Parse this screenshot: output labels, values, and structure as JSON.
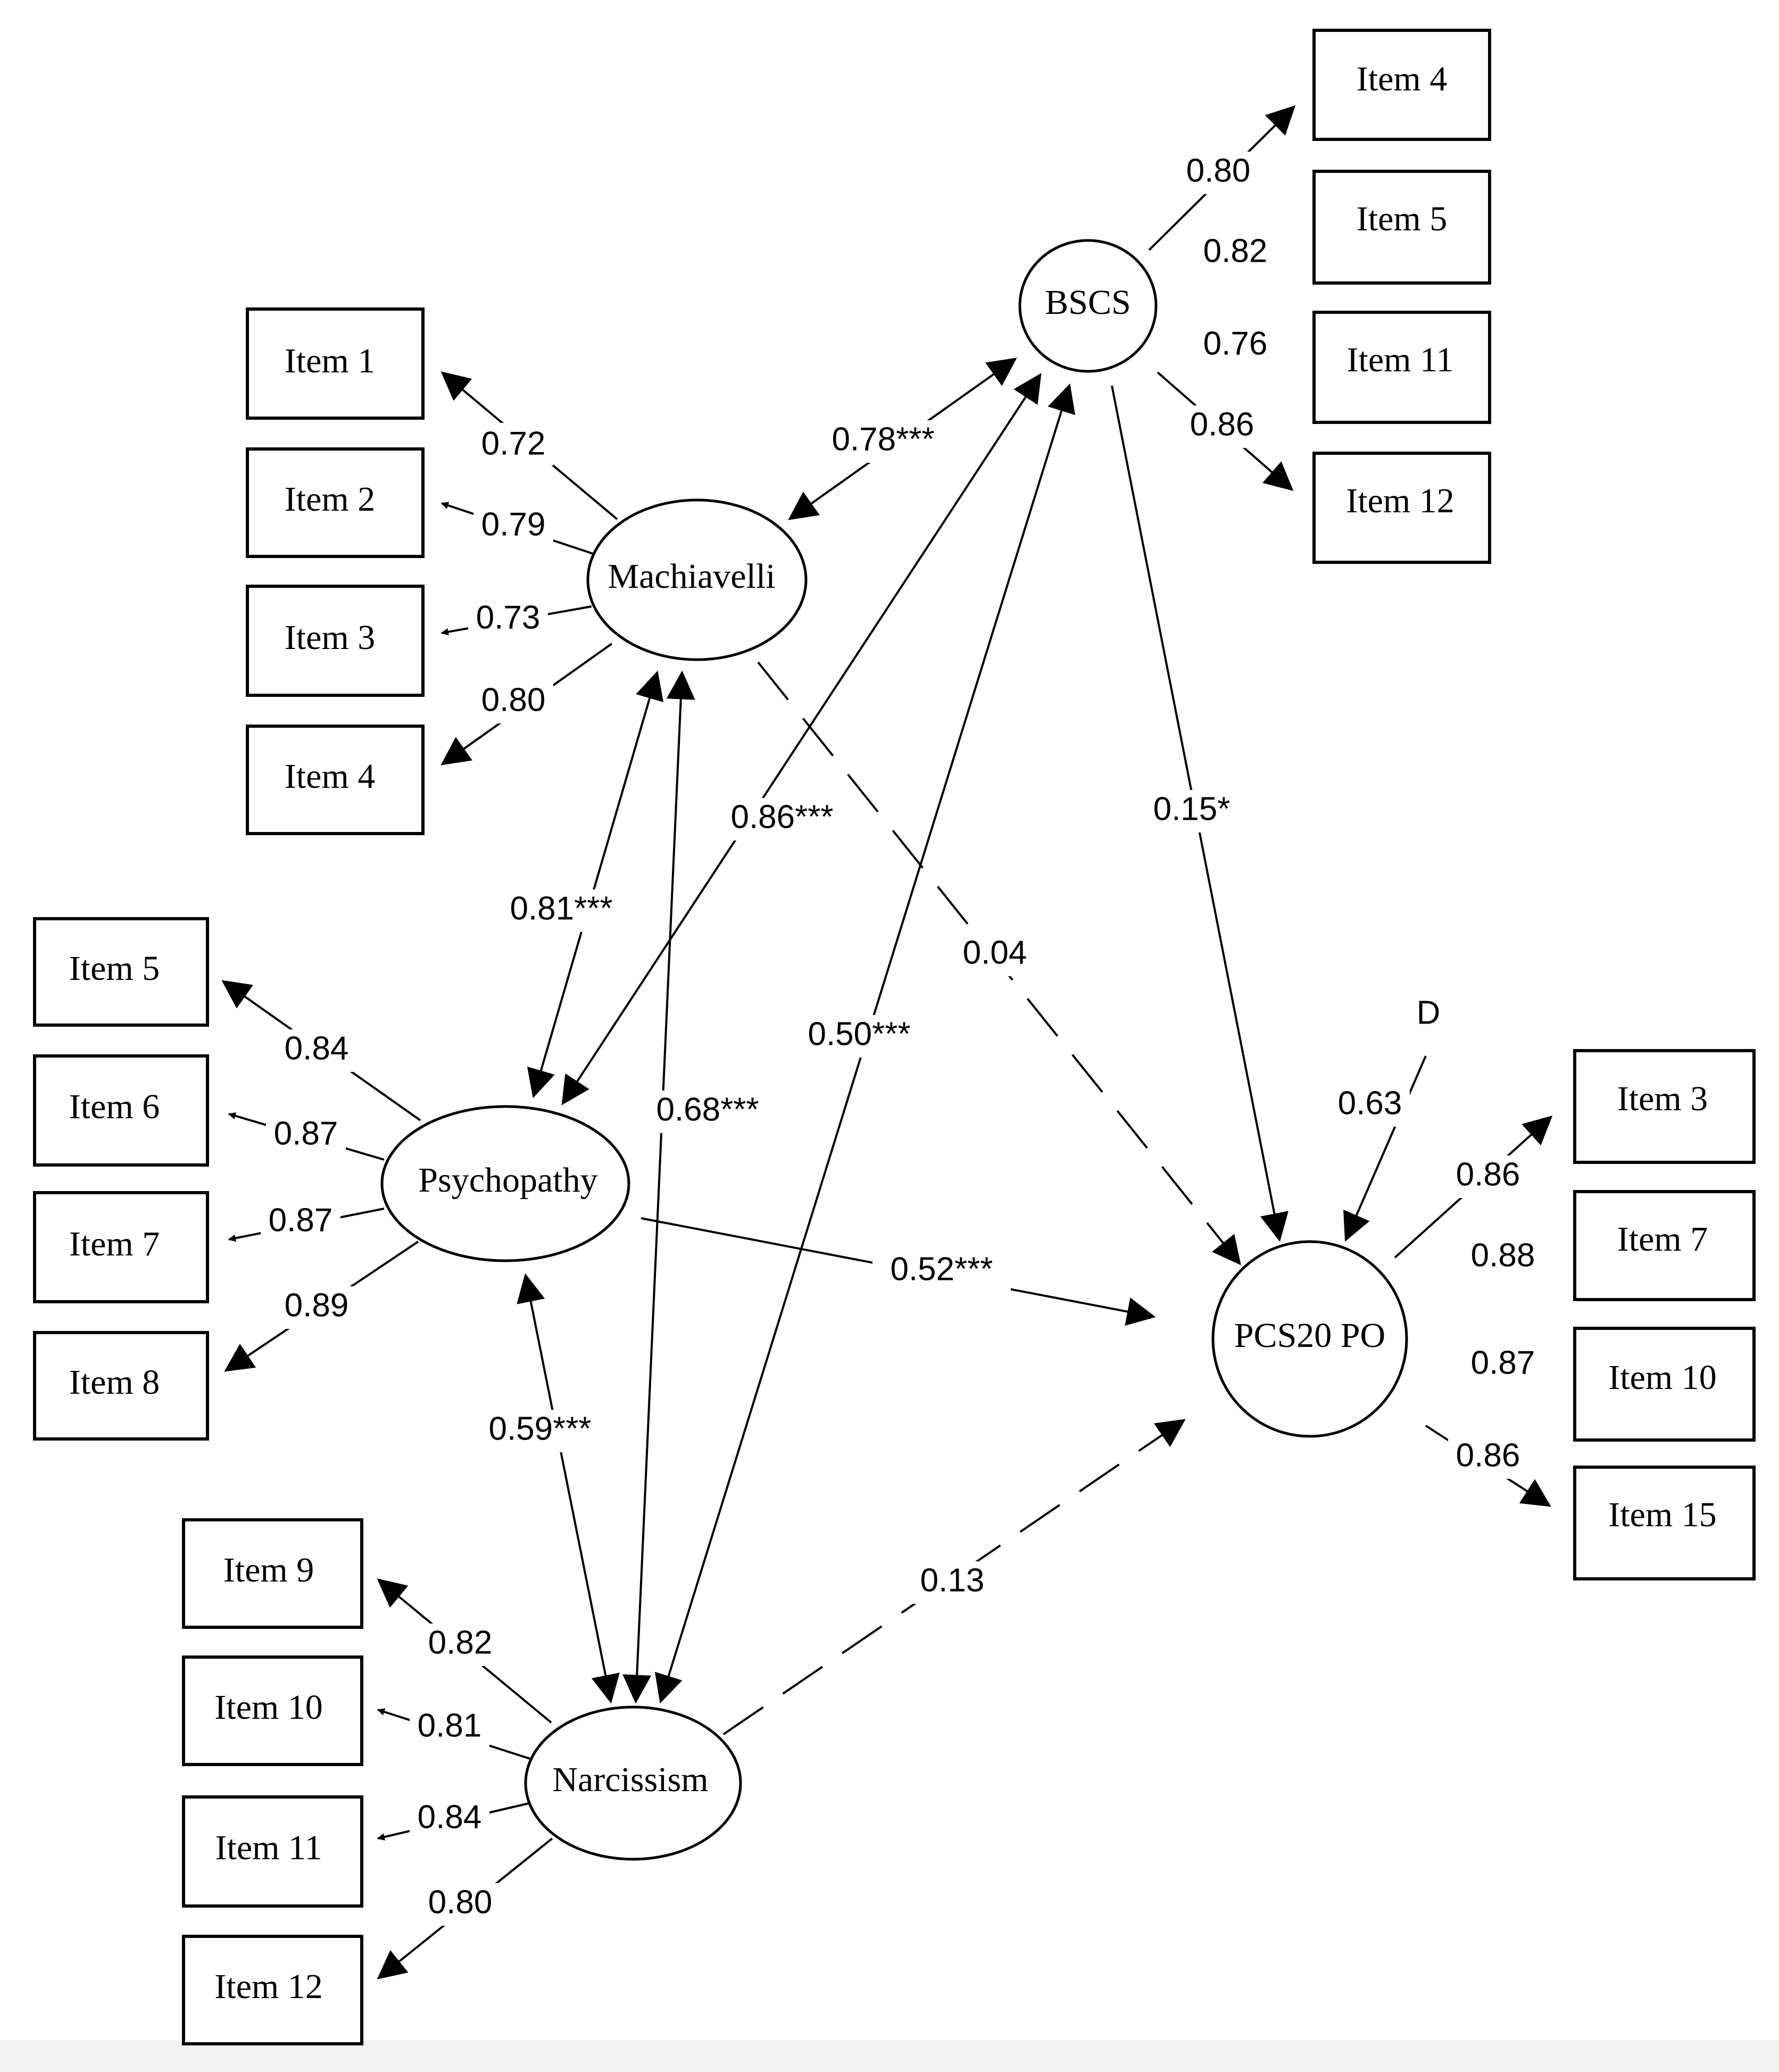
{
  "colors": {
    "ink": "#000000",
    "background": "#ffffff"
  },
  "latents": {
    "machiavelli": "Machiavelli",
    "bscs": "BSCS",
    "psychopathy": "Psychopathy",
    "narcissism": "Narcissism",
    "pcs20po": "PCS20 PO",
    "disturbance": "D"
  },
  "items": {
    "machiavelli": [
      "Item 1",
      "Item 2",
      "Item 3",
      "Item 4"
    ],
    "psychopathy": [
      "Item 5",
      "Item 6",
      "Item 7",
      "Item 8"
    ],
    "narcissism": [
      "Item 9",
      "Item 10",
      "Item 11",
      "Item 12"
    ],
    "bscs": [
      "Item 4",
      "Item 5",
      "Item 11",
      "Item 12"
    ],
    "pcs20po": [
      "Item 3",
      "Item 7",
      "Item 10",
      "Item 15"
    ]
  },
  "loadings": {
    "machiavelli": [
      "0.72",
      "0.79",
      "0.73",
      "0.80"
    ],
    "psychopathy": [
      "0.84",
      "0.87",
      "0.87",
      "0.89"
    ],
    "narcissism": [
      "0.82",
      "0.81",
      "0.84",
      "0.80"
    ],
    "bscs": [
      "0.80",
      "0.82",
      "0.76",
      "0.86"
    ],
    "pcs20po": [
      "0.86",
      "0.88",
      "0.87",
      "0.86"
    ]
  },
  "correlations": {
    "mach_bscs": "0.78***",
    "psy_bscs": "0.86***",
    "mach_psy": "0.81***",
    "mach_narc": "0.68***",
    "narc_bscs": "0.50***",
    "psy_narc": "0.59***"
  },
  "paths": {
    "mach_pcs": "0.04",
    "bscs_pcs": "0.15*",
    "psy_pcs": "0.52***",
    "narc_pcs": "0.13",
    "d_pcs": "0.63"
  }
}
